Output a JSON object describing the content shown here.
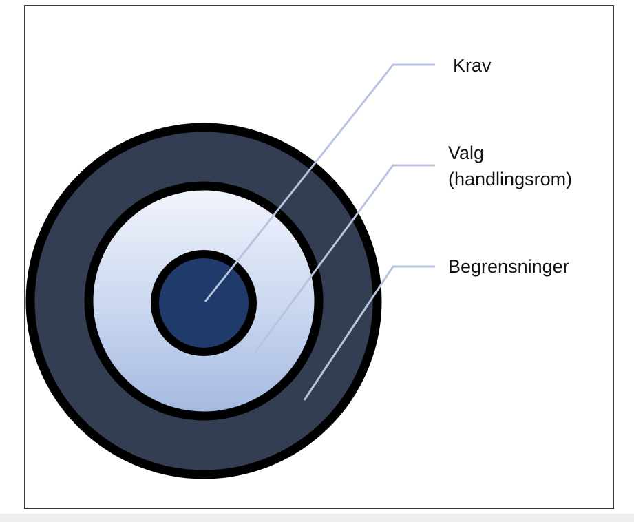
{
  "labels": {
    "krav": "Krav",
    "valg_line1": "Valg",
    "valg_line2": "(handlingsrom)",
    "begrensninger": "Begrensninger"
  },
  "colors": {
    "outer_ring": "#333e52",
    "middle_top": "#f2f5fc",
    "middle_bottom": "#a4b8e0",
    "core": "#1f3a6b",
    "leader_line": "#b8c4df",
    "outline": "#000000"
  }
}
